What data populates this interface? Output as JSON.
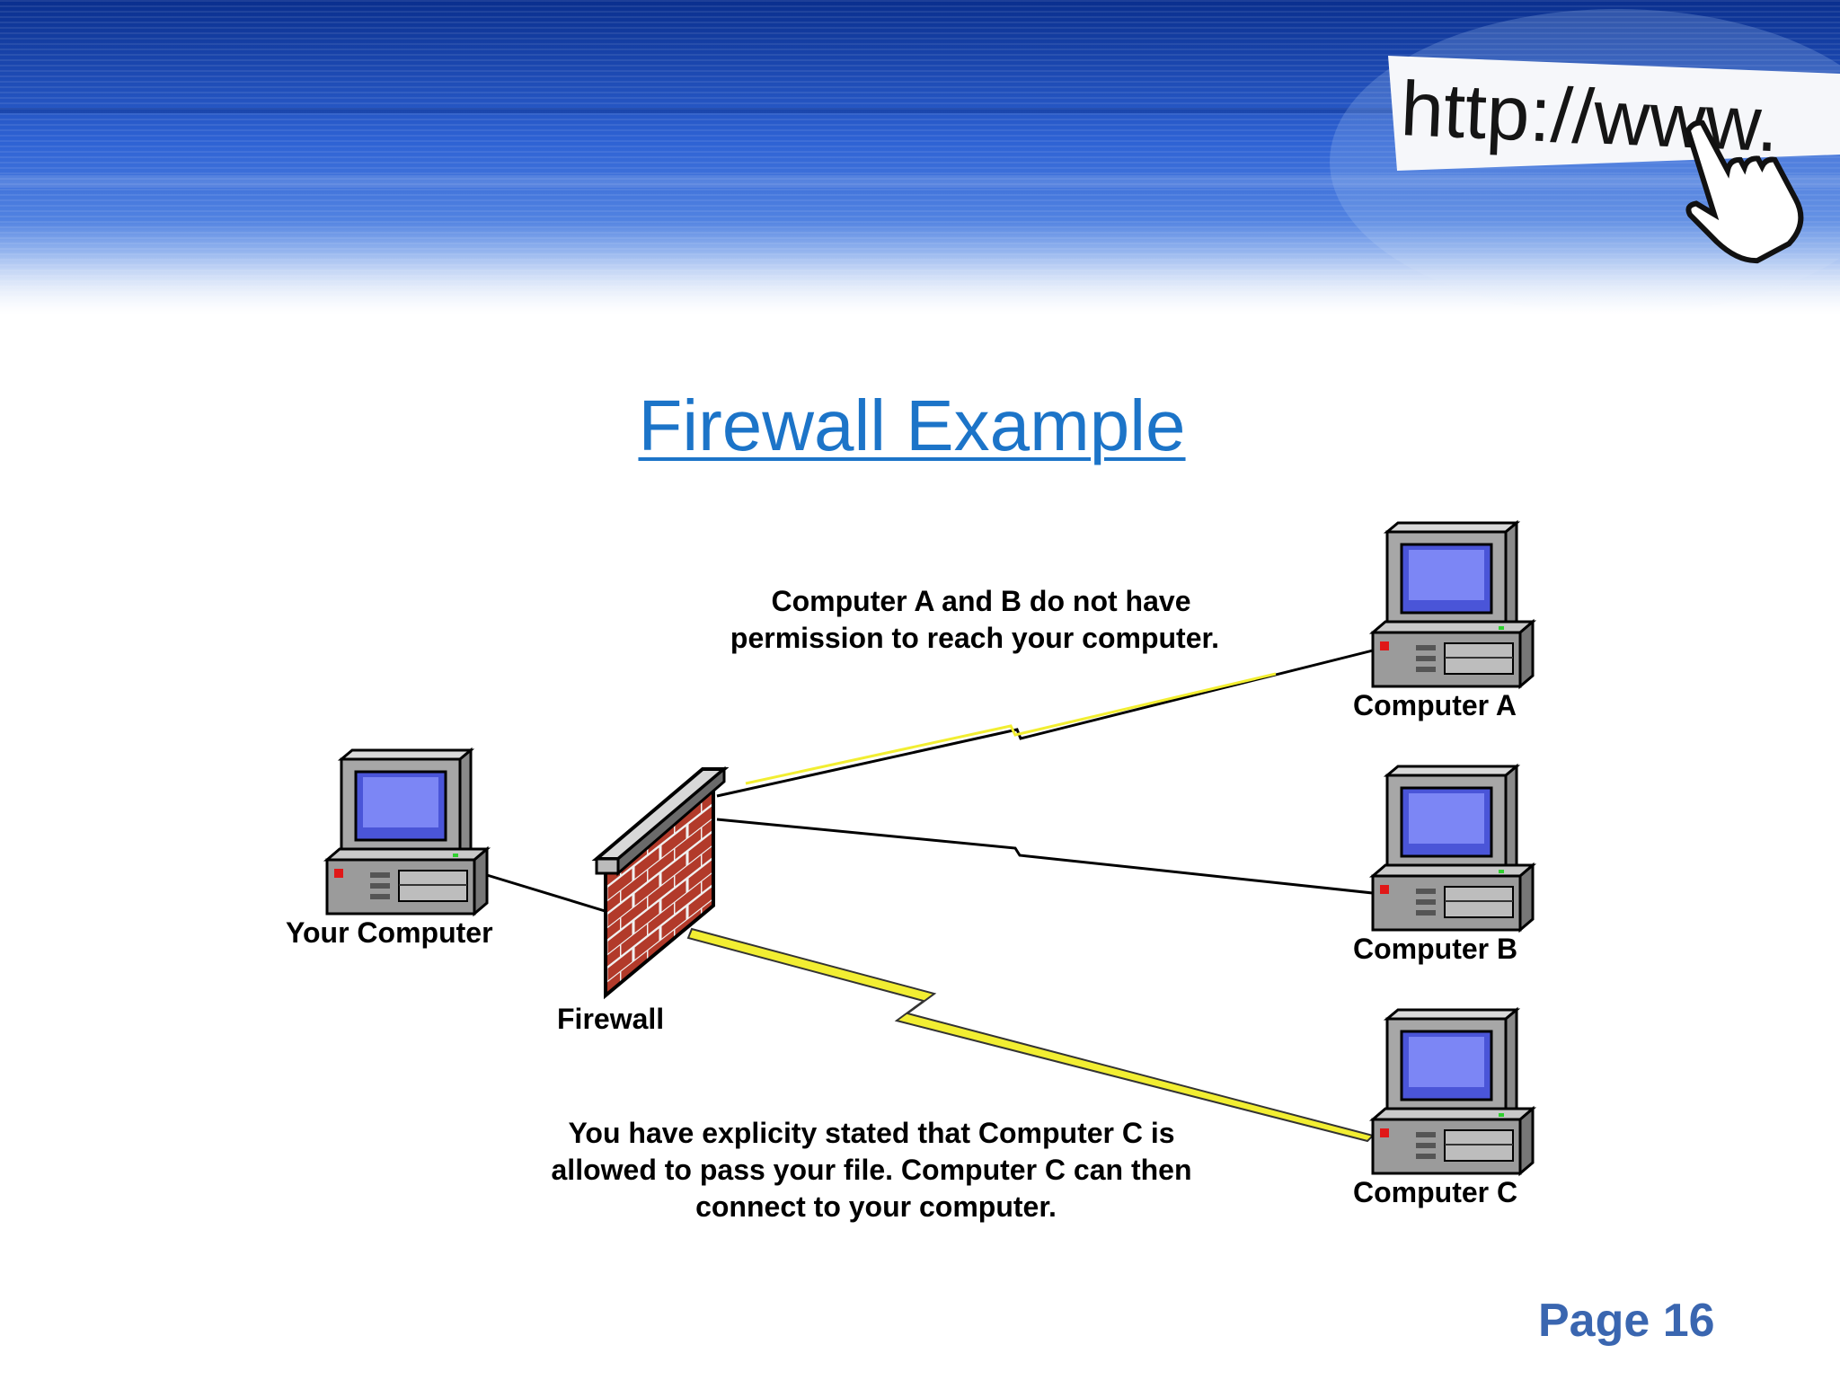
{
  "banner": {
    "url_text": "http://www.",
    "colors": {
      "deep": "#0a2f8e",
      "mid": "#2e62d4",
      "light": "#cfdcf4"
    }
  },
  "slide": {
    "title": "Firewall Example",
    "title_color": "#1c74c8",
    "page_label": "Page 16"
  },
  "diagram": {
    "nodes": {
      "your_computer": "Your Computer",
      "firewall": "Firewall",
      "computer_a": "Computer A",
      "computer_b": "Computer B",
      "computer_c": "Computer C"
    },
    "note_top": [
      "Computer A and B do not have",
      "permission to reach your computer."
    ],
    "note_bottom": [
      "You have explicity stated that Computer C is",
      "allowed to pass your file.  Computer C can then",
      "connect to your computer."
    ],
    "colors": {
      "brick": "#b23a2a",
      "mortar": "#e8e8e8",
      "screen": "#6b78f2",
      "lightning": "#f2ee32"
    }
  }
}
